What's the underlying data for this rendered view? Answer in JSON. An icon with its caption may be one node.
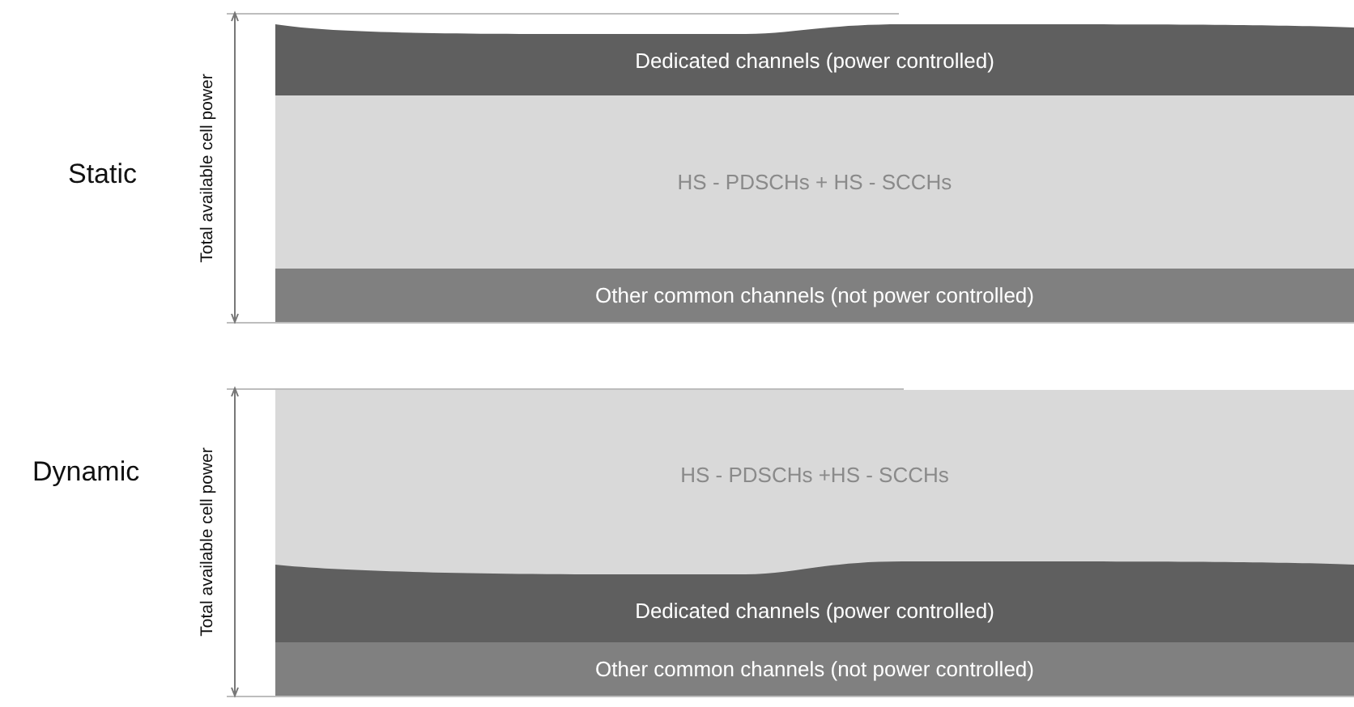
{
  "diagram": {
    "nodes": [
      {
        "text": [
          "Dedicated channels (power controlled)"
        ]
      },
      {
        "text": [
          "HS - PDSCHs + HS - SCCHs"
        ]
      },
      {
        "text": [
          "Other common channels (not power controlled)"
        ]
      },
      {
        "text": [
          "HS - PDSCHs +HS - SCCHs"
        ]
      },
      {
        "text": [
          "Dedicated channels (power controlled)"
        ]
      },
      {
        "text": [
          "Other common channels (not power controlled)"
        ]
      }
    ],
    "labels": [
      "Static",
      "Total available cell power",
      "Dynamic",
      "Total available cell power"
    ]
  }
}
